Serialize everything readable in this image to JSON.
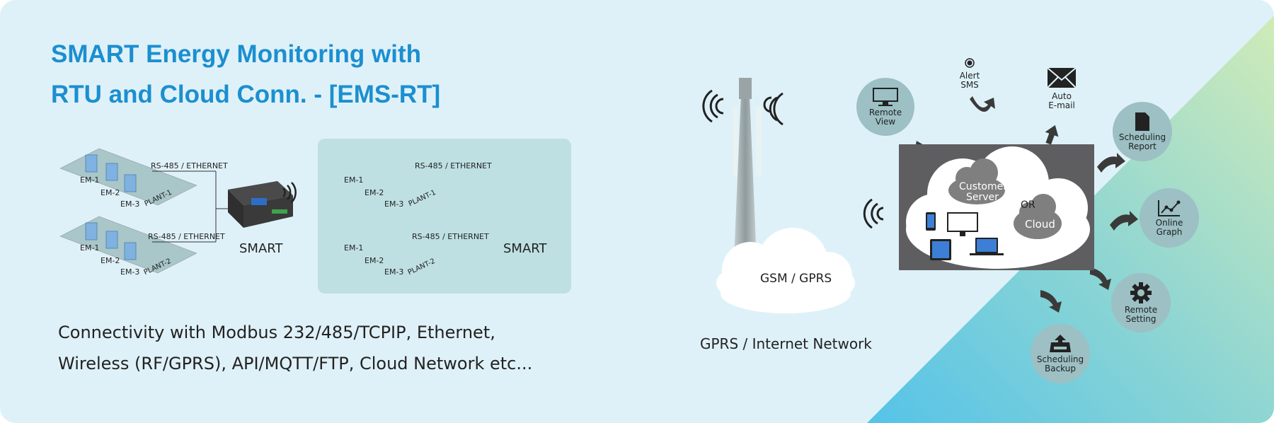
{
  "title": {
    "line1": "SMART Energy Monitoring with",
    "line2": "RTU and Cloud Conn. - [EMS-RT]"
  },
  "description": {
    "line1": "Connectivity with Modbus 232/485/TCPIP, Ethernet,",
    "line2": "Wireless (RF/GPRS), API/MQTT/FTP, Cloud Network etc..."
  },
  "plant_diagrams": [
    {
      "plants": [
        {
          "meters": [
            "EM-1",
            "EM-2",
            "EM-3"
          ],
          "plant_label": "PLANT-1",
          "link_label": "RS-485 / ETHERNET"
        },
        {
          "meters": [
            "EM-1",
            "EM-2",
            "EM-3"
          ],
          "plant_label": "PLANT-2",
          "link_label": "RS-485 / ETHERNET"
        }
      ],
      "device_label": "SMART"
    },
    {
      "plants": [
        {
          "meters": [
            "EM-1",
            "EM-2",
            "EM-3"
          ],
          "plant_label": "PLANT-1",
          "link_label": "RS-485 / ETHERNET"
        },
        {
          "meters": [
            "EM-1",
            "EM-2",
            "EM-3"
          ],
          "plant_label": "PLANT-2",
          "link_label": "RS-485 / ETHERNET"
        }
      ],
      "device_label": "SMART"
    }
  ],
  "network": {
    "cloud_label": "GSM / GPRS",
    "caption": "GPRS / Internet Network"
  },
  "cloud_center": {
    "server_line1": "Customer",
    "server_line2": "Server",
    "or_label": "OR",
    "cloud_label": "Cloud"
  },
  "features": {
    "remote_view": {
      "line1": "Remote",
      "line2": "View",
      "icon": "monitor-icon"
    },
    "alert_sms": {
      "line1": "Alert",
      "line2": "SMS",
      "icon": "dot-icon"
    },
    "auto_email": {
      "line1": "Auto",
      "line2": "E-mail",
      "icon": "envelope-icon"
    },
    "scheduling_report": {
      "line1": "Scheduling",
      "line2": "Report",
      "icon": "document-icon"
    },
    "online_graph": {
      "line1": "Online",
      "line2": "Graph",
      "icon": "graph-icon"
    },
    "remote_setting": {
      "line1": "Remote",
      "line2": "Setting",
      "icon": "gear-icon"
    },
    "scheduling_backup": {
      "line1": "Scheduling",
      "line2": "Backup",
      "icon": "backup-icon"
    }
  },
  "colors": {
    "title": "#1b8fd0",
    "node": "#9cc0c4",
    "cloud_box": "#5e5e60",
    "gradient_start": "#5cc6e8",
    "gradient_end": "#b6e3a4"
  }
}
